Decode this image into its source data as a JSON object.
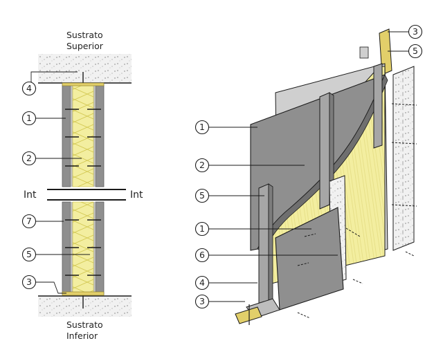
{
  "section": {
    "top_substrate": [
      "Sustrato",
      "Superior"
    ],
    "bottom_substrate": [
      "Sustrato",
      "Inferior"
    ],
    "int_left": "Int",
    "int_right": "Int",
    "callouts": [
      "4",
      "1",
      "2",
      "7",
      "5",
      "3"
    ]
  },
  "iso": {
    "callouts_left": [
      "1",
      "2",
      "5",
      "1",
      "6",
      "4",
      "3"
    ],
    "callouts_top_right": [
      "3",
      "5"
    ]
  },
  "colors": {
    "board": "#8f8f8f",
    "board_edge": "#6f6f6f",
    "insulation": "#f3eea0",
    "insulation_line": "#d6cd5a",
    "stud": "#a6a6a6",
    "track_strip": "#e2cf6a",
    "concrete": "#ececec",
    "line": "#1a1a1a"
  }
}
